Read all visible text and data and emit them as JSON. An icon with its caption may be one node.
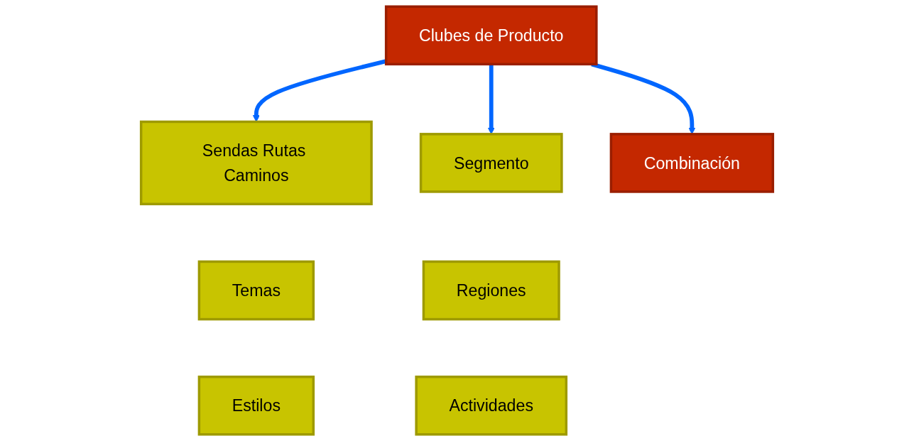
{
  "diagram": {
    "nodes": [
      {
        "text": [
          "Sendas Rutas Caminos"
        ]
      },
      {
        "text": [
          "Temas"
        ]
      },
      {
        "text": [
          "Estilos"
        ]
      },
      {
        "text": [
          "Clubes de Producto"
        ]
      },
      {
        "text": [
          "Segmento"
        ]
      },
      {
        "text": [
          "Regiones"
        ]
      },
      {
        "text": [
          "Actividades"
        ]
      },
      {
        "text": [
          "Combinación"
        ]
      }
    ],
    "edges": [
      {
        "from": 3,
        "to": 0,
        "arrow": "to"
      },
      {
        "from": 3,
        "to": 4,
        "arrow": "to"
      },
      {
        "from": 3,
        "to": 7,
        "arrow": "to"
      }
    ]
  }
}
